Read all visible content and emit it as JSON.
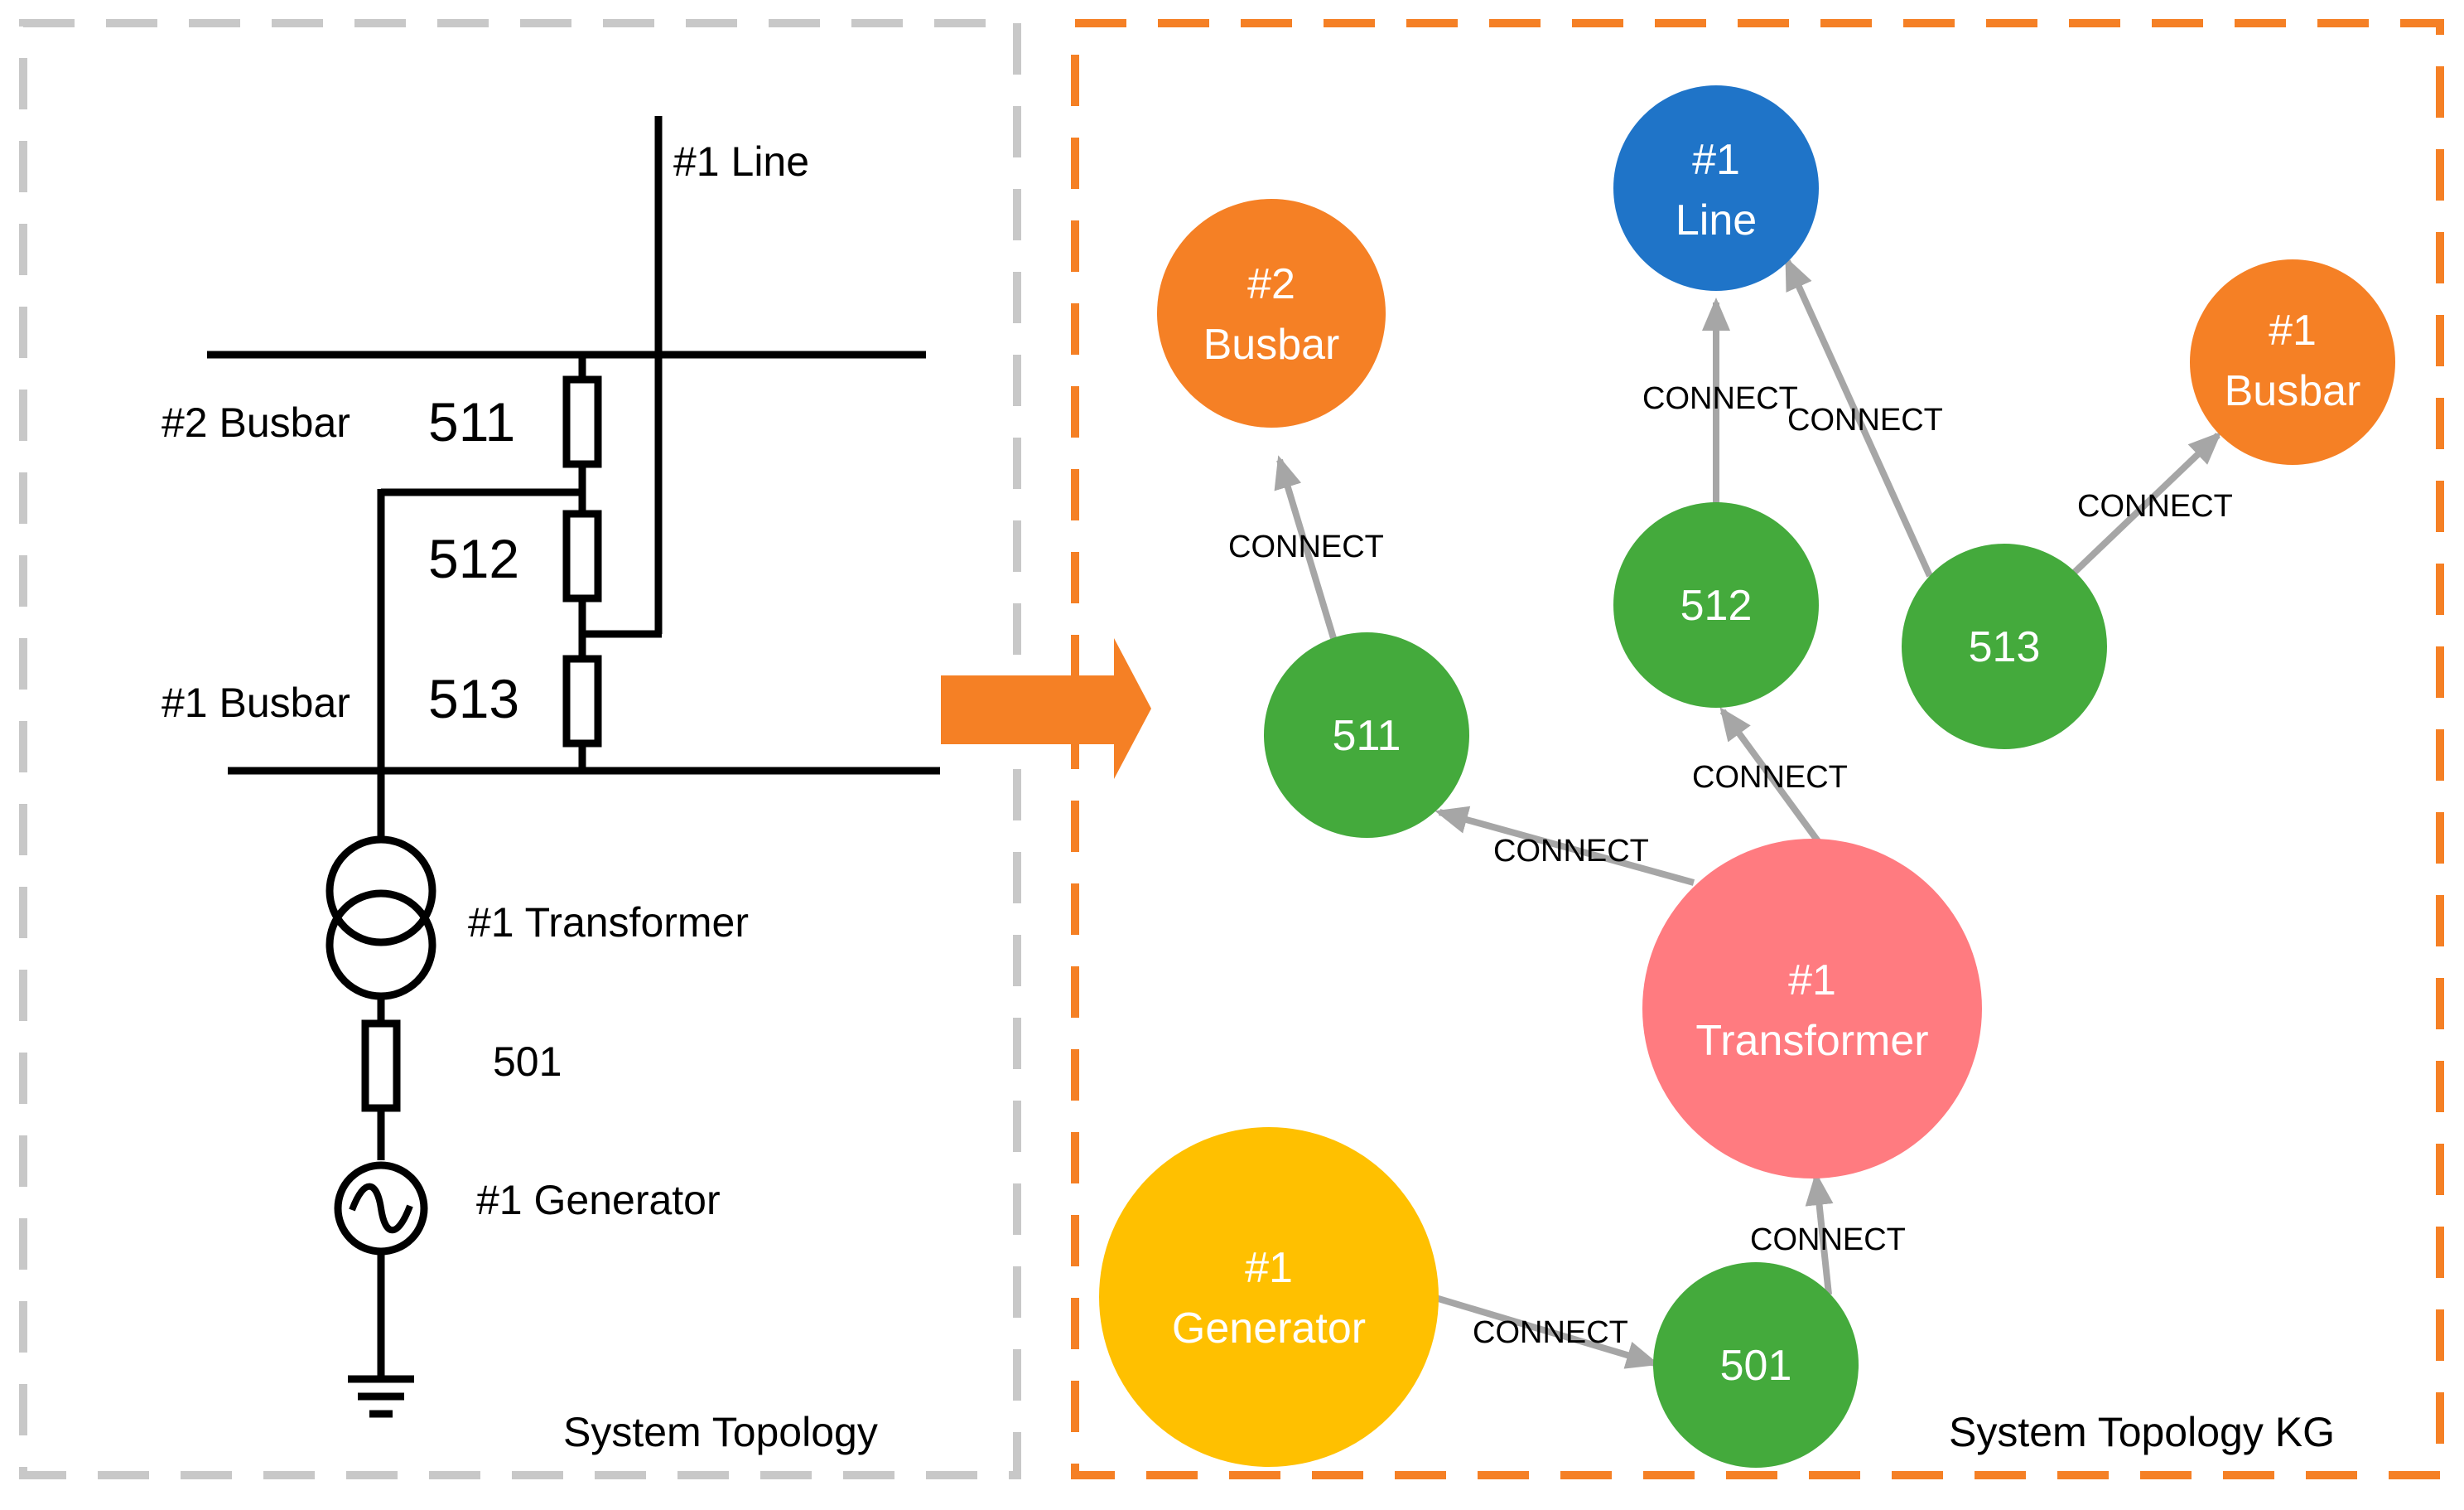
{
  "panels": {
    "left_caption": "System Topology",
    "right_caption": "System Topology KG",
    "left_border_color": "#c8c8c8",
    "right_border_color": "#f58025"
  },
  "schematic": {
    "line_label": "#1 Line",
    "busbar2_label": "#2 Busbar",
    "busbar1_label": "#1 Busbar",
    "breaker_511": "511",
    "breaker_512": "512",
    "breaker_513": "513",
    "transformer_label": "#1 Transformer",
    "breaker_501": "501",
    "generator_label": "#1 Generator"
  },
  "arrow_color": "#f58025",
  "kg": {
    "colors": {
      "busbar": "#f58025",
      "line": "#1f74c8",
      "breaker": "#44aa3c",
      "transformer": "#ff7b80",
      "generator": "#ffc000",
      "edge": "#a6a6a6"
    },
    "nodes": {
      "busbar2": {
        "line1": "#2",
        "line2": "Busbar"
      },
      "line1": {
        "line1": "#1",
        "line2": "Line"
      },
      "busbar1": {
        "line1": "#1",
        "line2": "Busbar"
      },
      "b511": {
        "label": "511"
      },
      "b512": {
        "label": "512"
      },
      "b513": {
        "label": "513"
      },
      "transformer": {
        "line1": "#1",
        "line2": "Transformer"
      },
      "generator": {
        "line1": "#1",
        "line2": "Generator"
      },
      "b501": {
        "label": "501"
      }
    },
    "edges": {
      "e511_bus2": "CONNECT",
      "e512_line": "CONNECT",
      "e513_line": "CONNECT",
      "e513_bus1": "CONNECT",
      "etr_512": "CONNECT",
      "etr_511": "CONNECT",
      "e501_tr": "CONNECT",
      "egen_501": "CONNECT"
    }
  }
}
